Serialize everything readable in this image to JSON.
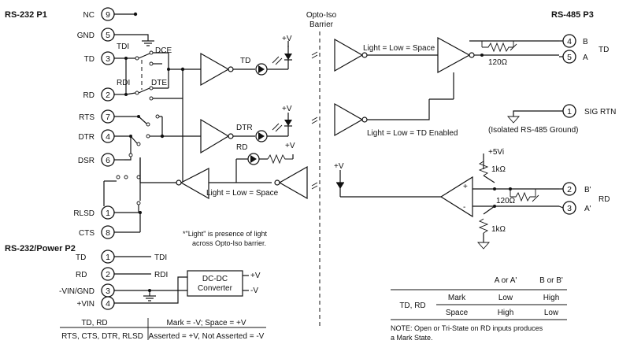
{
  "headers": {
    "p1": "RS-232 P1",
    "p2": "RS-232/Power P2",
    "p3": "RS-485 P3",
    "barrier_line1": "Opto-Iso",
    "barrier_line2": "Barrier"
  },
  "p1_pins": [
    {
      "num": "9",
      "label": "NC"
    },
    {
      "num": "5",
      "label": "GND"
    },
    {
      "num": "3",
      "label": "TD"
    },
    {
      "num": "2",
      "label": "RD"
    },
    {
      "num": "7",
      "label": "RTS"
    },
    {
      "num": "4",
      "label": "DTR"
    },
    {
      "num": "6",
      "label": "DSR"
    },
    {
      "num": "1",
      "label": "RLSD"
    },
    {
      "num": "8",
      "label": "CTS"
    }
  ],
  "p1_switch_labels": {
    "tdi": "TDI",
    "rdi": "RDI",
    "dce": "DCE",
    "dte": "DTE"
  },
  "p2_pins": [
    {
      "num": "1",
      "label": "TD",
      "signal": "TDI"
    },
    {
      "num": "2",
      "label": "RD",
      "signal": "RDI"
    },
    {
      "num": "3",
      "label": "-VIN/GND",
      "signal": ""
    },
    {
      "num": "4",
      "label": "+VIN",
      "signal": ""
    }
  ],
  "dcdc": {
    "line1": "DC-DC",
    "line2": "Converter",
    "out_pos": "+V",
    "out_neg": "-V"
  },
  "p3_pins": [
    {
      "num": "4",
      "label": "B"
    },
    {
      "num": "5",
      "label": "A"
    },
    {
      "num": "1",
      "label": "SIG RTN"
    },
    {
      "num": "2",
      "label": "B'"
    },
    {
      "num": "3",
      "label": "A'"
    }
  ],
  "p3_group_labels": {
    "td": "TD",
    "rd": "RD",
    "isolated_ground": "(Isolated RS-485 Ground)"
  },
  "signal_labels": {
    "td": "TD",
    "dtr": "DTR",
    "rd": "RD",
    "plus_v": "+V",
    "plus_5vi": "+5Vi",
    "r_1k": "1kΩ",
    "r_120": "120Ω",
    "plus_sign": "+",
    "minus_sign": "-"
  },
  "annotations": {
    "light_space": "Light = Low = Space",
    "light_td_enabled": "Light = Low = TD Enabled",
    "light_space_rx": "Light = Low = Space",
    "note_light_1": "*\"Light\" is presence of light",
    "note_light_2": "across Opto-Iso barrier."
  },
  "left_table": {
    "r1c1": "TD, RD",
    "r1c2": "Mark = -V; Space = +V",
    "r2c1": "RTS, CTS, DTR, RLSD",
    "r2c2": "Asserted = +V, Not Asserted = -V"
  },
  "right_table": {
    "h1": "A or A'",
    "h2": "B or B'",
    "row_group": "TD, RD",
    "mark": "Mark",
    "space": "Space",
    "mark_a": "Low",
    "mark_b": "High",
    "space_a": "High",
    "space_b": "Low",
    "note_1": "NOTE: Open or Tri-State on RD inputs produces",
    "note_2": "a Mark State."
  }
}
